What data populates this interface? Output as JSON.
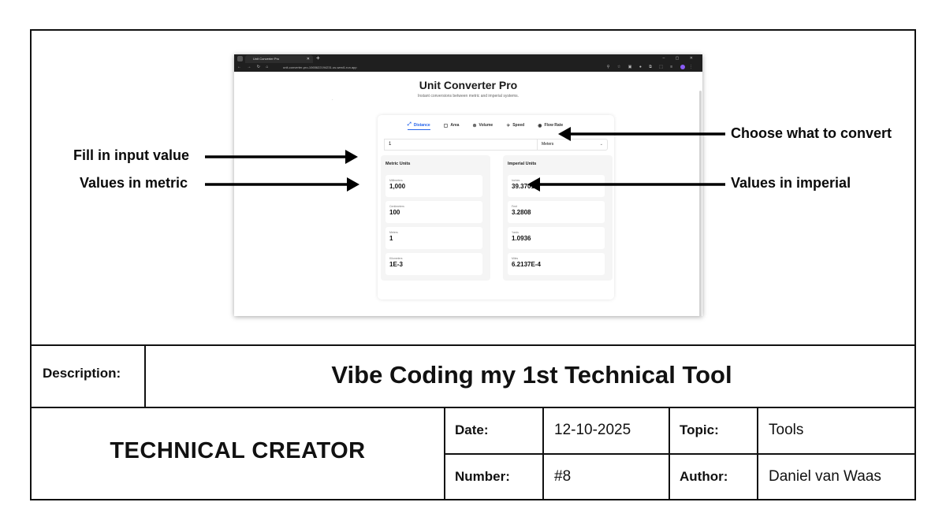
{
  "annotations": {
    "fill_input": "Fill in input value",
    "values_metric": "Values in metric",
    "choose_convert": "Choose what to convert",
    "values_imperial": "Values in imperial"
  },
  "browser": {
    "tab_title": "Unit Converter Pro",
    "url": "unit-converter-pro-1065622194231.us-west1.run.app"
  },
  "app": {
    "title": "Unit Converter Pro",
    "subtitle": "Instant conversions between metric and imperial systems.",
    "tabs": [
      {
        "label": "Distance",
        "icon": "distance-icon",
        "active": true
      },
      {
        "label": "Area",
        "icon": "area-icon",
        "active": false
      },
      {
        "label": "Volume",
        "icon": "volume-icon",
        "active": false
      },
      {
        "label": "Speed",
        "icon": "speed-icon",
        "active": false
      },
      {
        "label": "Flow Rate",
        "icon": "flow-rate-icon",
        "active": false
      }
    ],
    "input_value": "1",
    "unit_select": "Meters",
    "metric": {
      "title": "Metric Units",
      "rows": [
        {
          "name": "Millimeters",
          "value": "1,000"
        },
        {
          "name": "Centimeters",
          "value": "100"
        },
        {
          "name": "Meters",
          "value": "1"
        },
        {
          "name": "Kilometers",
          "value": "1E-3"
        }
      ]
    },
    "imperial": {
      "title": "Imperial Units",
      "rows": [
        {
          "name": "Inches",
          "value": "39.3701"
        },
        {
          "name": "Feet",
          "value": "3.2808"
        },
        {
          "name": "Yards",
          "value": "1.0936"
        },
        {
          "name": "Miles",
          "value": "6.2137E-4"
        }
      ]
    },
    "accent_color": "#2563eb"
  },
  "titleblock": {
    "description_label": "Description:",
    "description": "Vibe Coding my 1st Technical Tool",
    "creator": "TECHNICAL CREATOR",
    "date_label": "Date:",
    "date": "12-10-2025",
    "topic_label": "Topic:",
    "topic": "Tools",
    "number_label": "Number:",
    "number": "#8",
    "author_label": "Author:",
    "author": "Daniel van Waas"
  }
}
